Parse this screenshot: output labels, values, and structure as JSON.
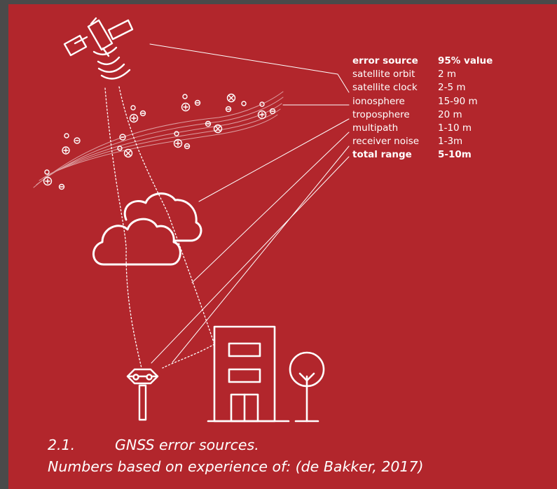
{
  "colors": {
    "background": "#b2262c",
    "foreground": "#ffffff",
    "frame": "#4a4a4a"
  },
  "icons": [
    "satellite-icon",
    "ion-particle-icon",
    "cloud-icon",
    "gnss-receiver-icon",
    "building-icon",
    "tree-icon"
  ],
  "error_table": {
    "header": {
      "source": "error source",
      "value": "95% value"
    },
    "rows": [
      {
        "source": "satellite orbit",
        "value": "2 m"
      },
      {
        "source": "satellite clock",
        "value": "2-5 m"
      },
      {
        "source": "ionosphere",
        "value": "15-90 m"
      },
      {
        "source": "troposphere",
        "value": "20 m"
      },
      {
        "source": "multipath",
        "value": "1-10 m"
      },
      {
        "source": "receiver noise",
        "value": "1-3m"
      }
    ],
    "total": {
      "source": "total range",
      "value": "5-10m"
    }
  },
  "caption": {
    "number": "2.1.",
    "title": "GNSS error sources.",
    "line2": "Numbers based on experience of: (de Bakker, 2017)"
  }
}
